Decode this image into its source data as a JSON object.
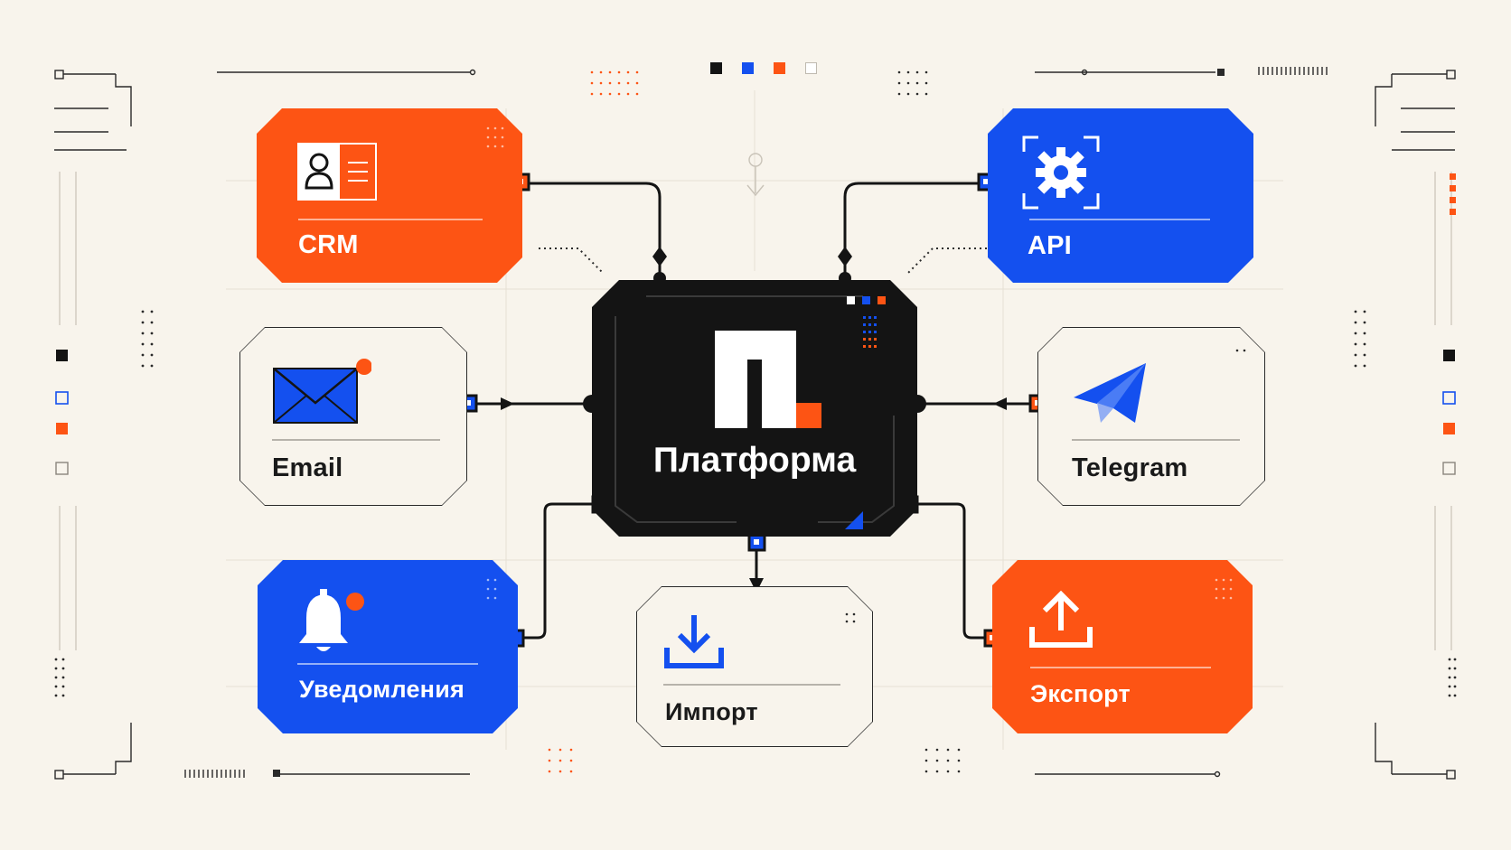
{
  "colors": {
    "background": "#f8f4ec",
    "orange": "#fd5414",
    "blue": "#1450ef",
    "black": "#141414",
    "outline": "#2a2a2a"
  },
  "hub": {
    "title": "Платформа",
    "logo_icon": "platform-logo-icon"
  },
  "modules": {
    "crm": {
      "label": "CRM",
      "icon": "contact-card-icon"
    },
    "api": {
      "label": "API",
      "icon": "gear-icon"
    },
    "email": {
      "label": "Email",
      "icon": "envelope-icon"
    },
    "telegram": {
      "label": "Telegram",
      "icon": "paper-plane-icon"
    },
    "notifications": {
      "label": "Уведомления",
      "icon": "bell-icon"
    },
    "import": {
      "label": "Импорт",
      "icon": "download-icon"
    },
    "export": {
      "label": "Экспорт",
      "icon": "upload-icon"
    }
  },
  "legend_squares": [
    "#141414",
    "#1450ef",
    "#fd5414",
    "#ffffff"
  ]
}
